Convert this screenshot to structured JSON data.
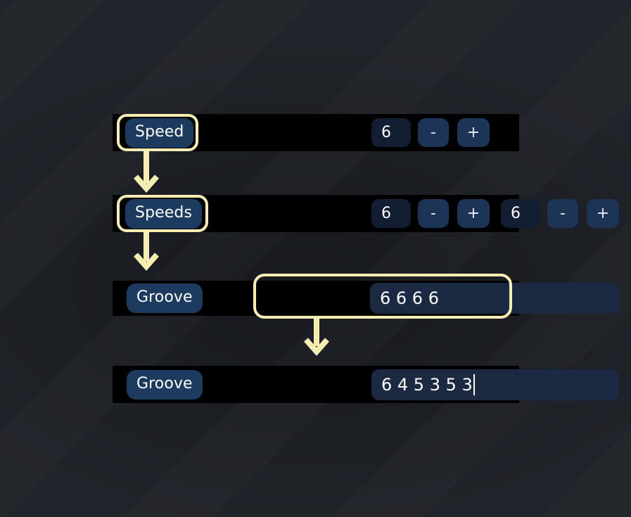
{
  "theme": {
    "background": "#22252b",
    "row_background": "#000000",
    "pill_background": "#1d3a5f",
    "value_background": "#121f33",
    "button_background": "#1c3557",
    "input_background": "#1b2a42",
    "highlight": "#f6edb2",
    "text": "#ffffff"
  },
  "rows": [
    {
      "id": "speed-row",
      "label": "Speed",
      "label_highlighted": true,
      "controls": [
        {
          "kind": "value",
          "text": "6"
        },
        {
          "kind": "button",
          "text": "-"
        },
        {
          "kind": "button",
          "text": "+"
        }
      ]
    },
    {
      "id": "speeds-row",
      "label": "Speeds",
      "label_highlighted": true,
      "controls": [
        {
          "kind": "value",
          "text": "6"
        },
        {
          "kind": "button",
          "text": "-"
        },
        {
          "kind": "button",
          "text": "+"
        },
        {
          "kind": "value",
          "text": "6"
        },
        {
          "kind": "button",
          "text": "-"
        },
        {
          "kind": "button",
          "text": "+"
        }
      ]
    },
    {
      "id": "groove-row-before",
      "label": "Groove",
      "label_highlighted": false,
      "input": {
        "value": "6 6 6 6",
        "highlighted": true,
        "caret": false
      }
    },
    {
      "id": "groove-row-after",
      "label": "Groove",
      "label_highlighted": false,
      "input": {
        "value": "6 4 5 3 5 3",
        "highlighted": false,
        "caret": true
      }
    }
  ],
  "arrows": [
    {
      "id": "arrow-speed-to-speeds",
      "from": "speed-label",
      "to": "speeds-label"
    },
    {
      "id": "arrow-speeds-to-groove",
      "from": "speeds-label",
      "to": "groove-row"
    },
    {
      "id": "arrow-groove-input-edit",
      "from": "groove-input-before",
      "to": "groove-input-after"
    }
  ]
}
